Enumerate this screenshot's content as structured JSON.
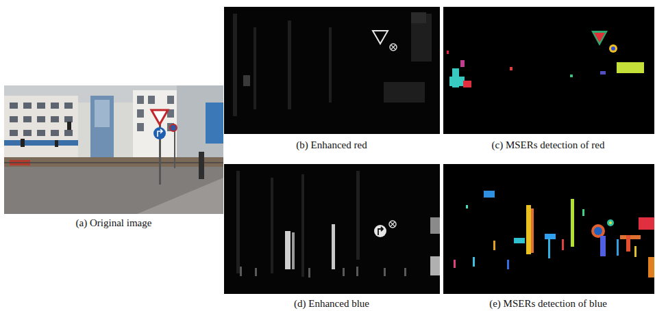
{
  "diagram": {
    "labels": [
      "(a) Original image",
      "(b) Enhanced red",
      "(c) MSERs detection of red",
      "(d) Enhanced blue",
      "(e) MSERs detection of blue"
    ]
  }
}
